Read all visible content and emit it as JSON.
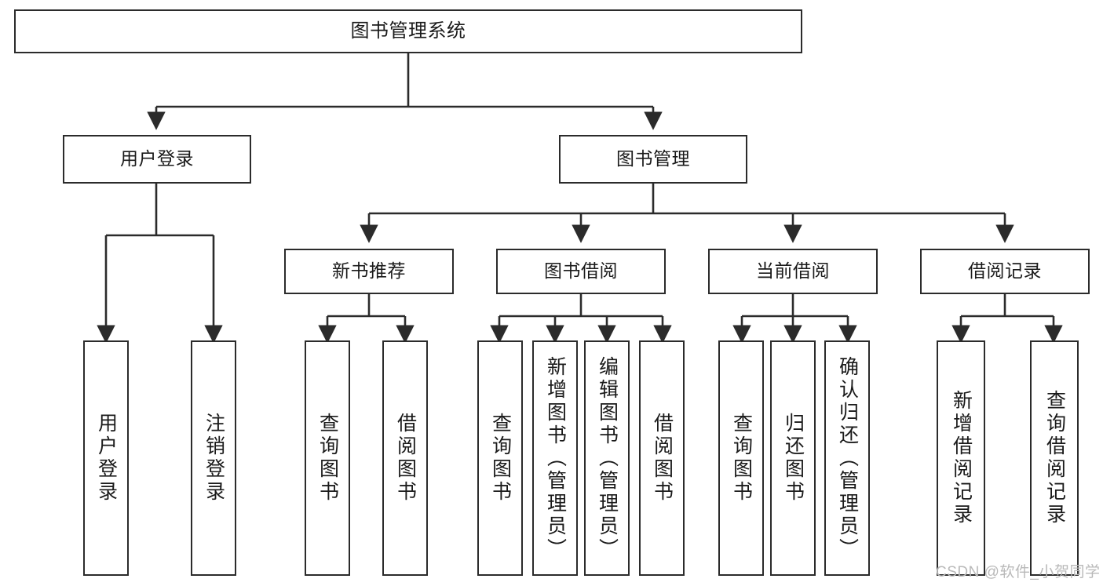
{
  "diagram": {
    "title": "图书管理系统",
    "type": "functional-decomposition-tree",
    "root": {
      "id": "root",
      "label": "图书管理系统"
    },
    "level2": [
      {
        "id": "user-login",
        "label": "用户登录"
      },
      {
        "id": "book-management",
        "label": "图书管理"
      }
    ],
    "level3": [
      {
        "id": "new-book-recommend",
        "label": "新书推荐"
      },
      {
        "id": "book-borrow",
        "label": "图书借阅"
      },
      {
        "id": "current-borrow",
        "label": "当前借阅"
      },
      {
        "id": "borrow-record",
        "label": "借阅记录"
      }
    ],
    "leaves": {
      "user_login": [
        {
          "id": "leaf-user-login",
          "label": "用户登录"
        },
        {
          "id": "leaf-user-logout",
          "label": "注销登录"
        }
      ],
      "new_book_recommend": [
        {
          "id": "leaf-query-book-1",
          "label": "查询图书"
        },
        {
          "id": "leaf-borrow-book-1",
          "label": "借阅图书"
        }
      ],
      "book_borrow": [
        {
          "id": "leaf-query-book-2",
          "label": "查询图书"
        },
        {
          "id": "leaf-add-book",
          "label": "新增图书（管理员）"
        },
        {
          "id": "leaf-edit-book",
          "label": "编辑图书（管理员）"
        },
        {
          "id": "leaf-borrow-book-2",
          "label": "借阅图书"
        }
      ],
      "current_borrow": [
        {
          "id": "leaf-query-book-3",
          "label": "查询图书"
        },
        {
          "id": "leaf-return-book",
          "label": "归还图书"
        },
        {
          "id": "leaf-confirm-return",
          "label": "确认归还（管理员）"
        }
      ],
      "borrow_record": [
        {
          "id": "leaf-add-record",
          "label": "新增借阅记录"
        },
        {
          "id": "leaf-query-record",
          "label": "查询借阅记录"
        }
      ]
    }
  },
  "watermark": {
    "text": "CSDN @软件_小贺同学"
  },
  "colors": {
    "stroke": "#2b2b2b",
    "fill": "#ffffff",
    "text": "#1a1a1a",
    "watermark": "#b9b9b9"
  }
}
